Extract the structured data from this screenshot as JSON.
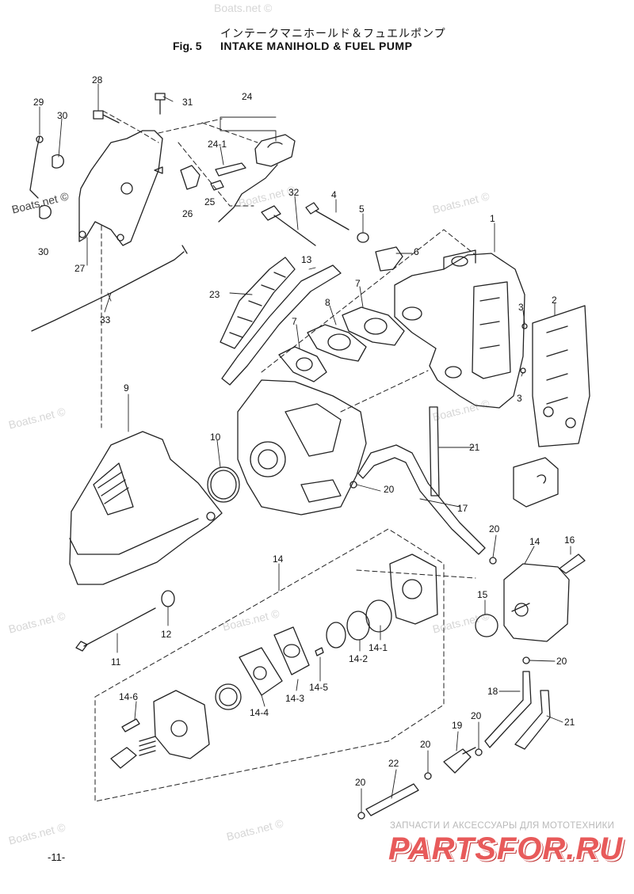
{
  "header": {
    "title_jp": "インテークマニホールド＆フュエルポンプ",
    "fig_label": "Fig. 5",
    "title_en": "INTAKE MANIHOLD & FUEL PUMP"
  },
  "footer": {
    "page_number": "-11-"
  },
  "watermark": {
    "text": "Boats.net ©"
  },
  "brand": {
    "subtitle": "ЗАПЧАСТИ И АКСЕССУАРЫ ДЛЯ МОТОТЕХНИКИ",
    "name": "PARTSFOR.RU",
    "color": "#e85a5a"
  },
  "callouts": {
    "c1": "1",
    "c2": "2",
    "c3a": "3",
    "c3b": "3",
    "c4": "4",
    "c5": "5",
    "c6": "6",
    "c7a": "7",
    "c7b": "7",
    "c8": "8",
    "c9": "9",
    "c10": "10",
    "c11": "11",
    "c12": "12",
    "c13": "13",
    "c14a": "14",
    "c14b": "14",
    "c14_1": "14-1",
    "c14_2": "14-2",
    "c14_3": "14-3",
    "c14_4": "14-4",
    "c14_5": "14-5",
    "c14_6": "14-6",
    "c15": "15",
    "c16": "16",
    "c17": "17",
    "c18": "18",
    "c19": "19",
    "c20a": "20",
    "c20b": "20",
    "c20c": "20",
    "c20d": "20",
    "c20e": "20",
    "c20f": "20",
    "c21a": "21",
    "c21b": "21",
    "c22": "22",
    "c23": "23",
    "c24": "24",
    "c24_1": "24-1",
    "c25": "25",
    "c26": "26",
    "c27": "27",
    "c28": "28",
    "c29": "29",
    "c30a": "30",
    "c30b": "30",
    "c31": "31",
    "c32": "32",
    "c33": "33"
  }
}
